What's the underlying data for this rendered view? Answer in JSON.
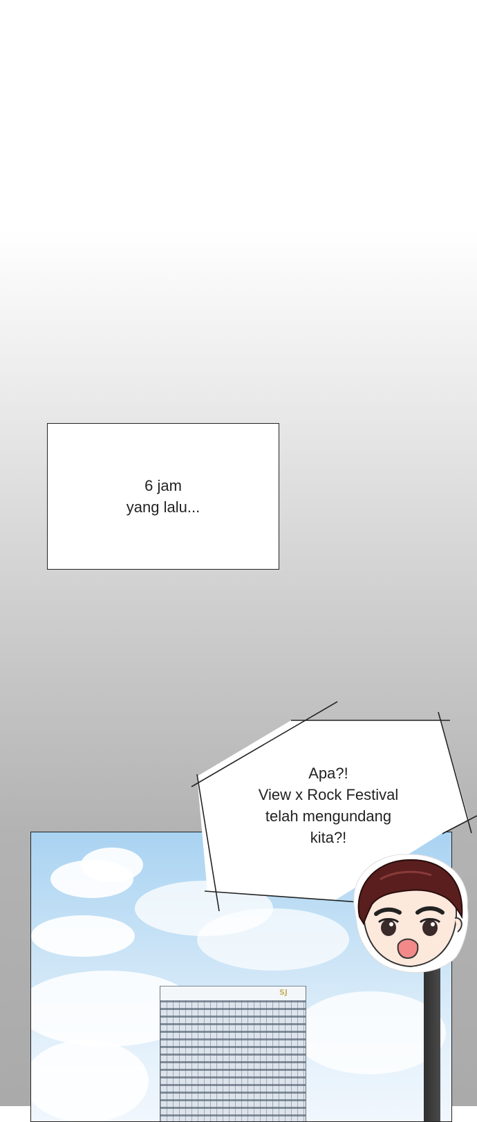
{
  "caption": {
    "line1": "6 jam",
    "line2": "yang lalu..."
  },
  "speech_bubble": {
    "lines": [
      "Apa?!",
      "View x Rock Festival",
      "telah mengundang",
      "kita?!"
    ]
  },
  "panel": {
    "building_logo": "SJ"
  },
  "colors": {
    "sky_top": "#a9d3f2",
    "hair": "#5a1e1e",
    "mouth": "#f28a8a"
  }
}
